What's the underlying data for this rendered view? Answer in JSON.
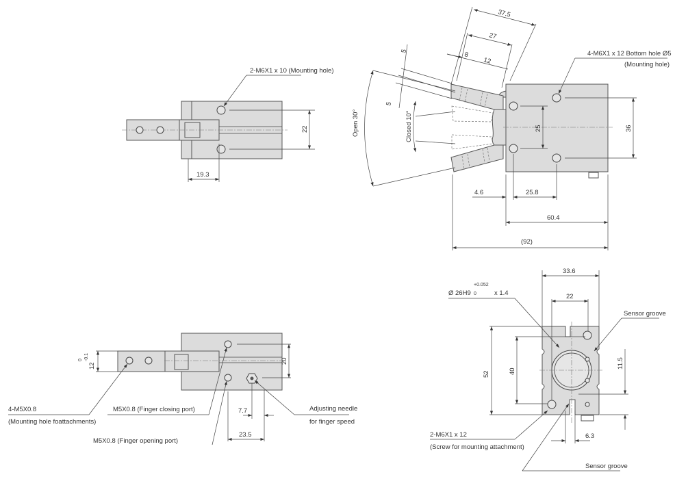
{
  "views": {
    "top_left": {
      "callout": "2-M6X1 x 10 (Mounting hole)",
      "dims": {
        "height": "22",
        "offset": "19.3"
      }
    },
    "top_right": {
      "callout_line1": "4-M6X1 x 12 Bottom hole Ø5",
      "callout_line2": "(Mounting hole)",
      "dims": {
        "d37_5": "37.5",
        "d27": "27",
        "d8": "8",
        "d12": "12",
        "d5a": "5",
        "d5b": "5",
        "d25": "25",
        "d36": "36",
        "d4_6": "4.6",
        "d25_8": "25.8",
        "d60_4": "60.4",
        "d92": "(92)"
      },
      "angles": {
        "open": "Open 30°",
        "closed": "Closed 10°"
      }
    },
    "bottom_left": {
      "callout_mount_1": "4-M5X0.8",
      "callout_mount_2": "(Mounting hole foattachments)",
      "closing_port": "M5X0.8  (Finger closing port)",
      "opening_port": "M5X0.8  (Finger opening port)",
      "needle_1": "Adjusting needle",
      "needle_2": "for finger speed",
      "dims": {
        "d20": "20",
        "d12": "12",
        "d12_tol_upper": "0",
        "d12_tol_lower": "-0.1",
        "d7_7": "7.7",
        "d23_5": "23.5"
      }
    },
    "bottom_right": {
      "bore": "Ø 26H9",
      "bore_tol_upper": "+0.052",
      "bore_tol_lower": "0",
      "bore_depth": "x 1.4",
      "sensor_groove_top": "Sensor groove",
      "sensor_groove_bottom": "Sensor groove",
      "screw_1": "2-M6X1 x 12",
      "screw_2": "(Screw for mounting attachment)",
      "dims": {
        "d33_6": "33.6",
        "d22": "22",
        "d52": "52",
        "d40": "40",
        "d11_5": "11.5",
        "d6_3": "6.3"
      }
    }
  }
}
